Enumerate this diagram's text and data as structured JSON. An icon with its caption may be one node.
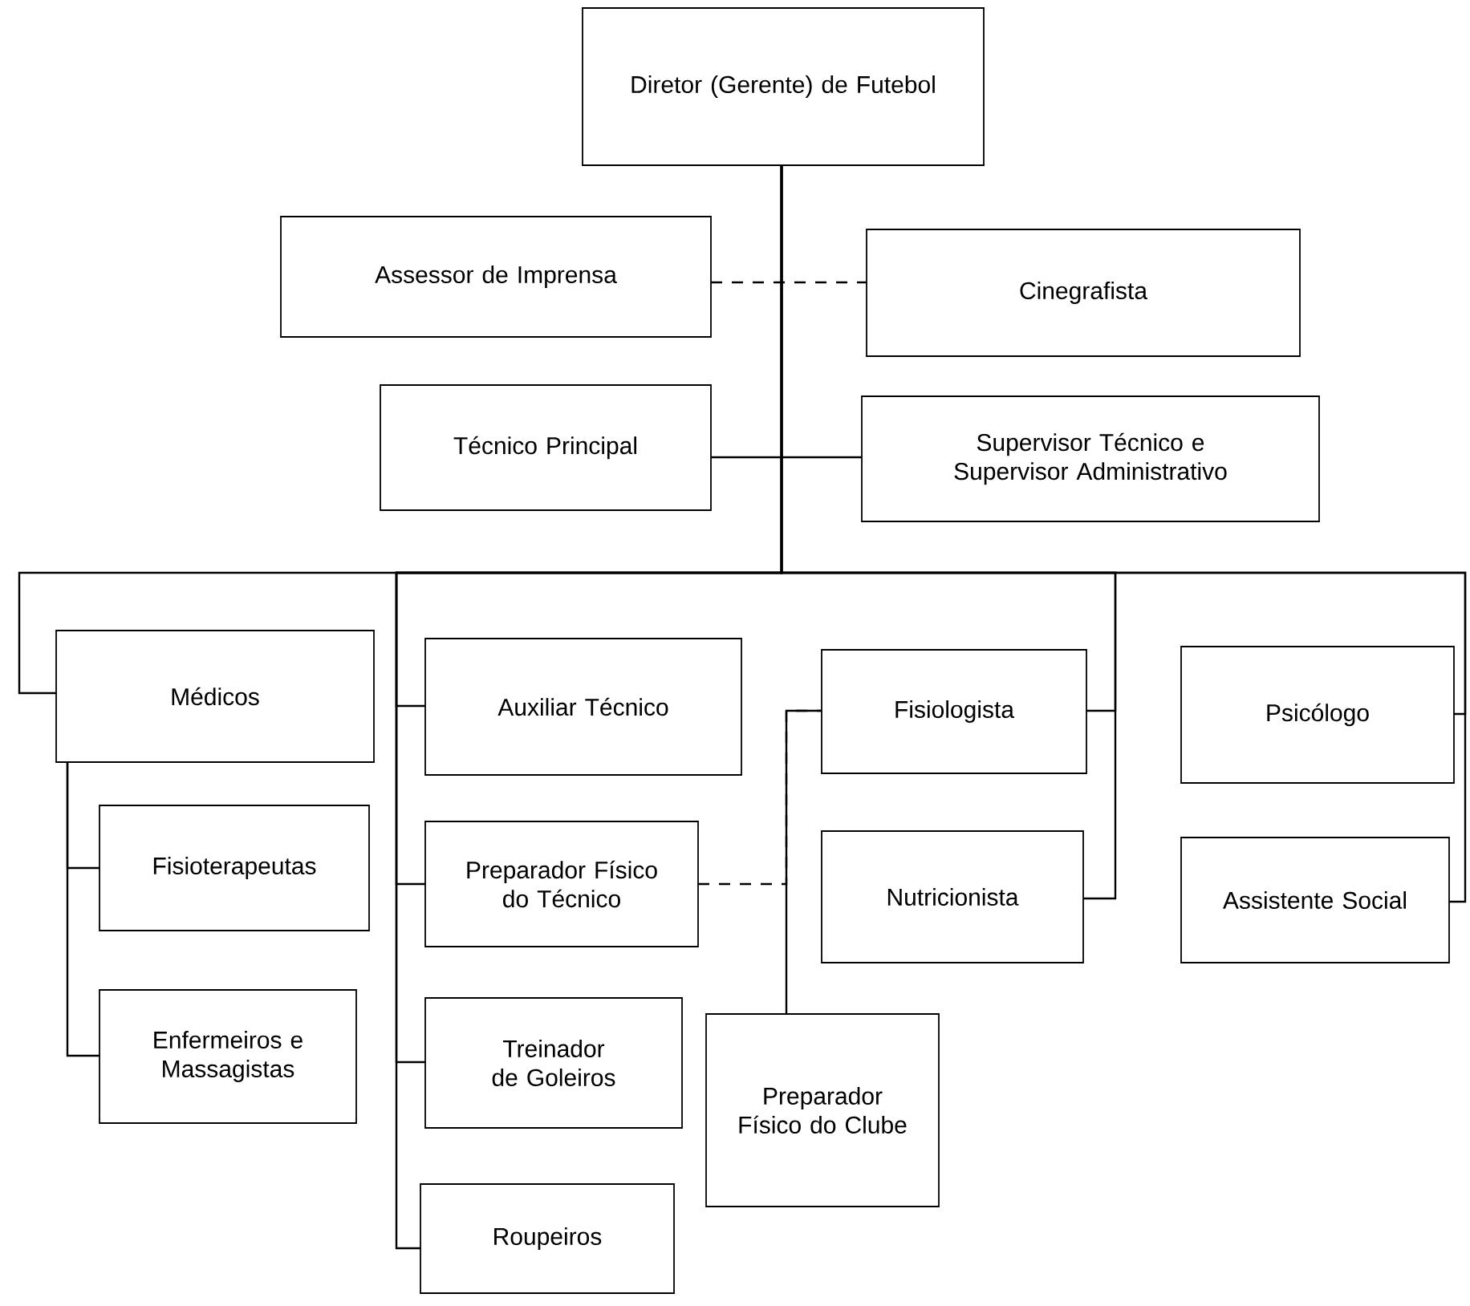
{
  "diagram": {
    "nodes": [
      {
        "text": [
          "Diretor (Gerente) de Futebol"
        ]
      },
      {
        "text": [
          "Assessor de Imprensa"
        ]
      },
      {
        "text": [
          "Cinegrafista"
        ]
      },
      {
        "text": [
          "Técnico Principal"
        ]
      },
      {
        "text": [
          "Supervisor Técnico e Supervisor Administrativo"
        ]
      },
      {
        "text": [
          "Médicos"
        ]
      },
      {
        "text": [
          "Fisioterapeutas"
        ]
      },
      {
        "text": [
          "Enfermeiros e Massagistas"
        ]
      },
      {
        "text": [
          "Auxiliar Técnico"
        ]
      },
      {
        "text": [
          "Preparador Físico do Técnico"
        ]
      },
      {
        "text": [
          "Treinador de Goleiros"
        ]
      },
      {
        "text": [
          "Roupeiros"
        ]
      },
      {
        "text": [
          "Fisiologista"
        ]
      },
      {
        "text": [
          "Nutricionista"
        ]
      },
      {
        "text": [
          "Preparador Físico do Clube"
        ]
      },
      {
        "text": [
          "Psicólogo"
        ]
      },
      {
        "text": [
          "Assistente Social"
        ]
      }
    ],
    "edges": [
      {
        "from": 1,
        "to": 2,
        "arrow": "none",
        "style": "dashed"
      },
      {
        "from": 3,
        "to": 4,
        "arrow": "none"
      },
      {
        "from": 0,
        "to": 5,
        "arrow": "none"
      },
      {
        "from": 0,
        "to": 8,
        "arrow": "none"
      },
      {
        "from": 0,
        "to": 9,
        "arrow": "none"
      },
      {
        "from": 0,
        "to": 10,
        "arrow": "none"
      },
      {
        "from": 0,
        "to": 11,
        "arrow": "none"
      },
      {
        "from": 0,
        "to": 12,
        "arrow": "none"
      },
      {
        "from": 0,
        "to": 13,
        "arrow": "none"
      },
      {
        "from": 0,
        "to": 15,
        "arrow": "none"
      },
      {
        "from": 0,
        "to": 16,
        "arrow": "none"
      },
      {
        "from": 5,
        "to": 6,
        "arrow": "none"
      },
      {
        "from": 5,
        "to": 7,
        "arrow": "none"
      },
      {
        "from": 12,
        "to": 14,
        "arrow": "none"
      },
      {
        "from": 9,
        "to": 12,
        "arrow": "none",
        "style": "dashed"
      }
    ]
  }
}
